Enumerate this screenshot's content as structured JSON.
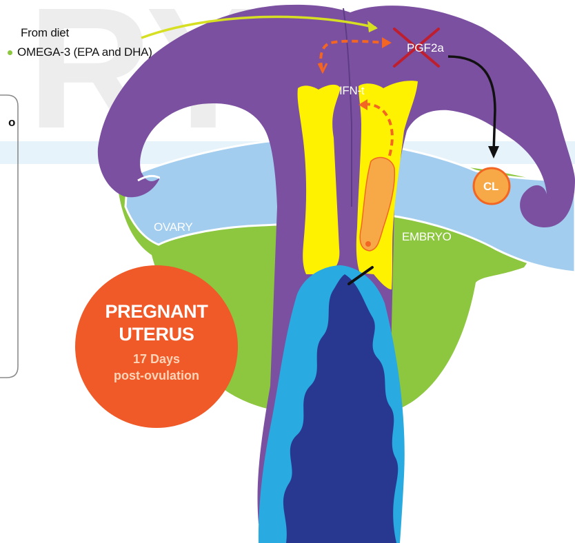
{
  "watermark": {
    "text": "RY"
  },
  "diet": {
    "title": "From diet",
    "item": "OMEGA-3 (EPA and DHA)"
  },
  "side_panel": {
    "fragment": "o"
  },
  "labels": {
    "pgf2a": "PGF2a",
    "ifn": "IFN-t",
    "cl": "CL",
    "ovary": "OVARY",
    "embryo": "EMBRYO"
  },
  "badge": {
    "line1": "PREGNANT",
    "line2": "UTERUS",
    "line3": "17 Days",
    "line4": "post-ovulation"
  },
  "colors": {
    "purple": "#7b50a0",
    "green": "#8dc63f",
    "light_blue": "#a2cdee",
    "yellow": "#fff200",
    "orange_embryo": "#f7a847",
    "dark_blue": "#283891",
    "mid_blue": "#29abe2",
    "badge_red": "#f05a28",
    "arrow_orange": "#f26522",
    "arrow_yellowgreen": "#d7df23",
    "cross_red": "#be1e2d"
  }
}
